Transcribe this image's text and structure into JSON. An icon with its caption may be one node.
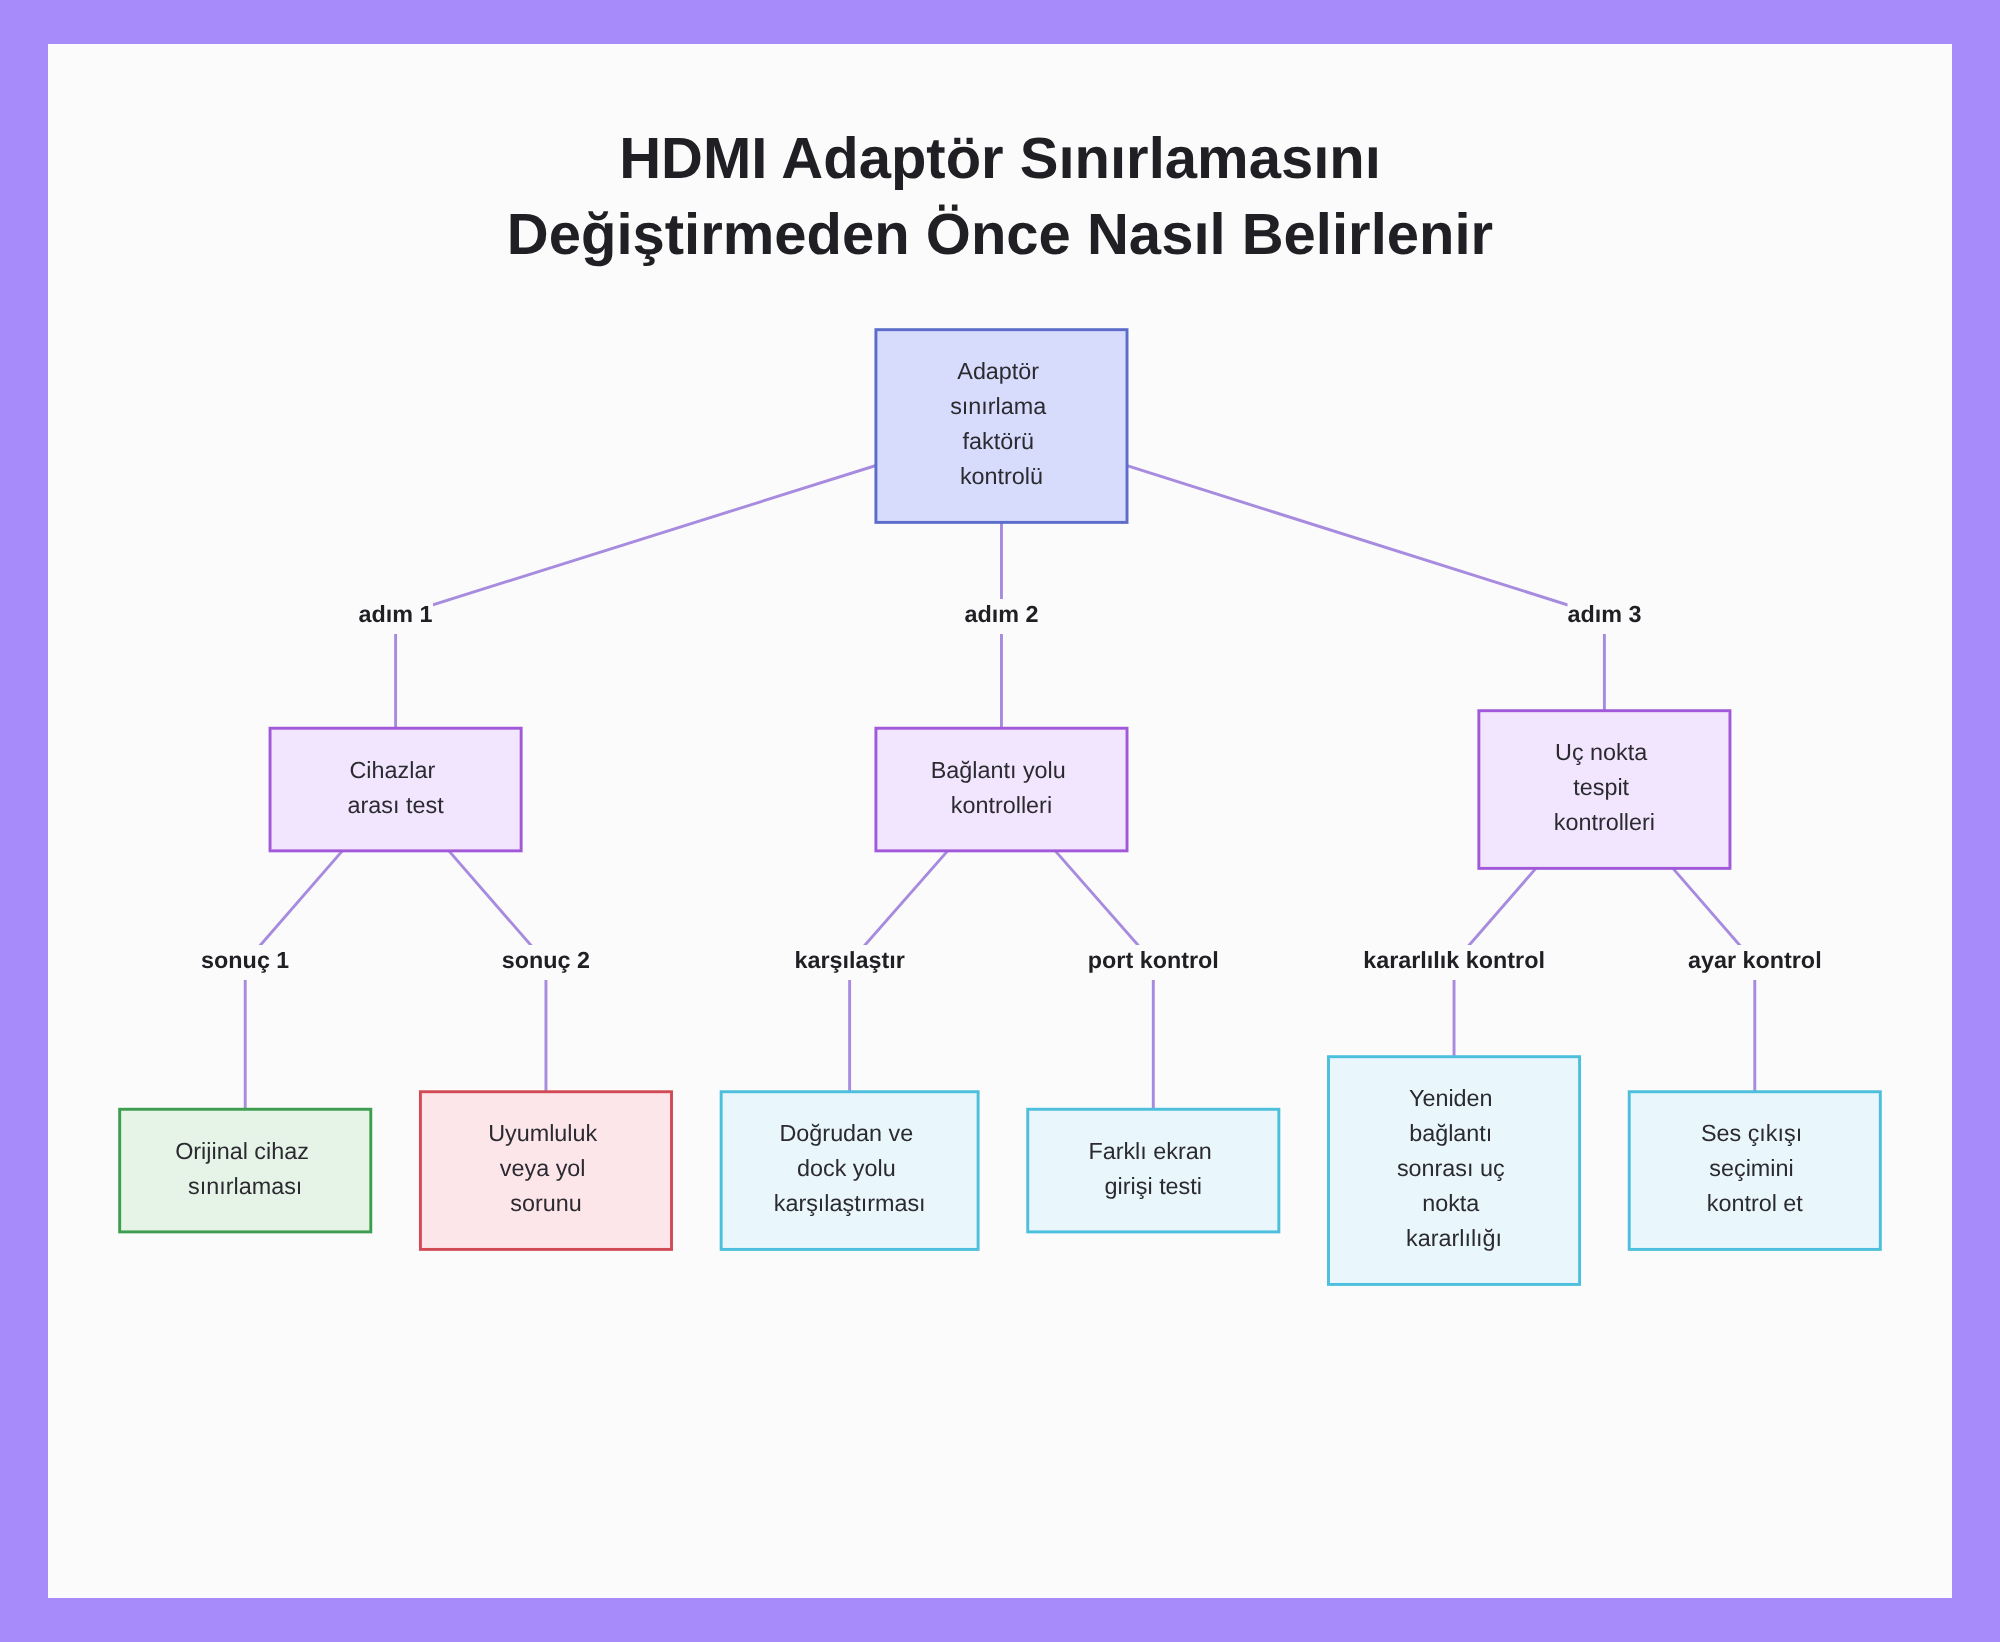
{
  "diagram": {
    "title": "HDMI Adaptör Sınırlamasını Değiştirmeden Önce Nasıl Belirlenir",
    "nodes": [
      {
        "text": [
          "Adaptör sınırlama faktörü kontrolü"
        ]
      },
      {
        "text": [
          "Cihazlar arası test"
        ]
      },
      {
        "text": [
          "Bağlantı yolu kontrolleri"
        ]
      },
      {
        "text": [
          "Uç nokta tespit kontrolleri"
        ]
      },
      {
        "text": [
          "Orijinal cihaz sınırlaması"
        ]
      },
      {
        "text": [
          "Uyumluluk veya yol sorunu"
        ]
      },
      {
        "text": [
          "Doğrudan ve dock yolu karşılaştırması"
        ]
      },
      {
        "text": [
          "Farklı ekran girişi testi"
        ]
      },
      {
        "text": [
          "Yeniden bağlantı sonrası uç nokta kararlılığı"
        ]
      },
      {
        "text": [
          "Ses çıkışı seçimini kontrol et"
        ]
      }
    ],
    "edges": [
      {
        "from": 0,
        "to": 1,
        "arrow": "none",
        "label": "adım 1"
      },
      {
        "from": 0,
        "to": 2,
        "arrow": "none",
        "label": "adım 2"
      },
      {
        "from": 0,
        "to": 3,
        "arrow": "none",
        "label": "adım 3"
      },
      {
        "from": 1,
        "to": 4,
        "arrow": "none",
        "label": "sonuç 1"
      },
      {
        "from": 1,
        "to": 5,
        "arrow": "none",
        "label": "sonuç 2"
      },
      {
        "from": 2,
        "to": 6,
        "arrow": "none",
        "label": "karşılaştır"
      },
      {
        "from": 2,
        "to": 7,
        "arrow": "none",
        "label": "port kontrol"
      },
      {
        "from": 3,
        "to": 8,
        "arrow": "none",
        "label": "kararlılık kontrol"
      },
      {
        "from": 3,
        "to": 9,
        "arrow": "none",
        "label": "ayar kontrol"
      }
    ]
  }
}
